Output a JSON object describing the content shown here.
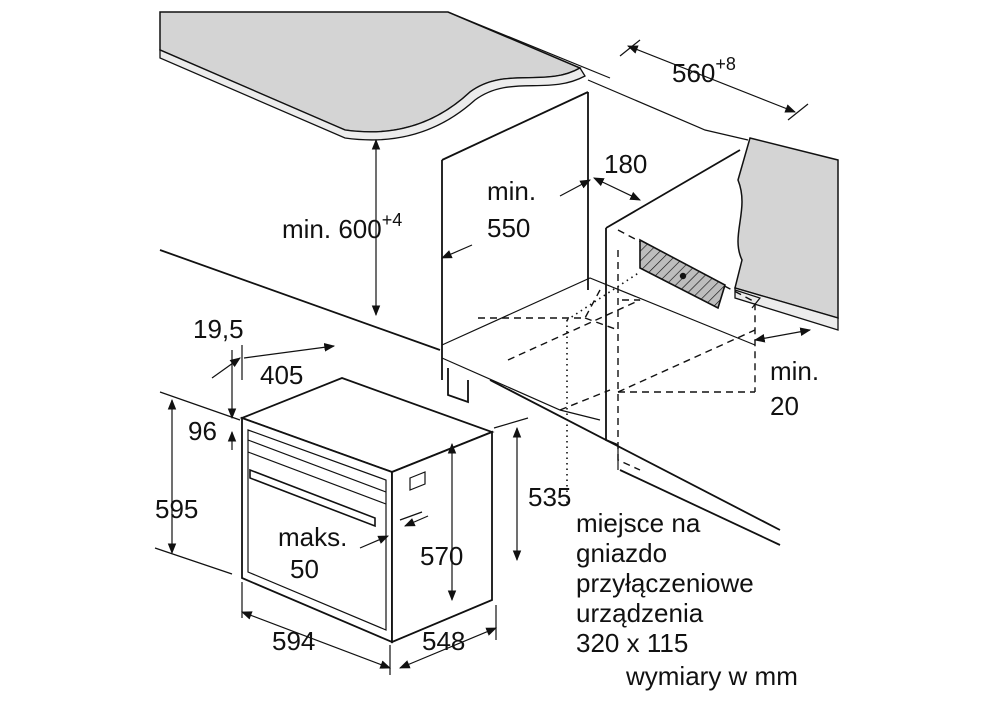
{
  "labels": {
    "min_600_base": "min. 600",
    "min_600_sup": "+4",
    "min_550_a": "min.",
    "min_550_b": "550",
    "w_560_base": "560",
    "w_560_sup": "+8",
    "d_180": "180",
    "min_20_a": "min.",
    "min_20_b": "20",
    "d_19_5": "19,5",
    "d_405": "405",
    "d_96": "96",
    "h_595": "595",
    "h_535": "535",
    "h_570": "570",
    "maks_a": "maks.",
    "maks_b": "50",
    "w_594": "594",
    "d_548": "548"
  },
  "note": {
    "line1": "miejsce na",
    "line2": "gniazdo",
    "line3": "przyłączeniowe",
    "line4": "urządzenia",
    "line5": "320 x 115",
    "units": "wymiary w mm"
  },
  "colors": {
    "countertop": "#d4d4d4",
    "hatch_fill": "#bdbdbd",
    "ink": "#111111"
  }
}
